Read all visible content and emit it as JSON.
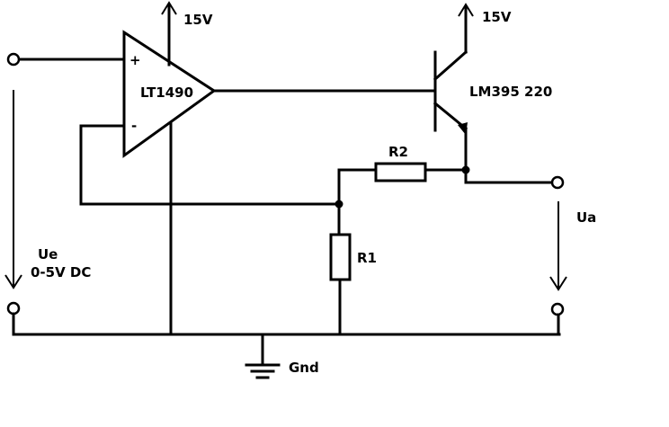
{
  "diagram": {
    "supply_opamp_label": "15V",
    "supply_transistor_label": "15V",
    "opamp_label": "LT1490",
    "opamp_plus": "+",
    "opamp_minus": "-",
    "transistor_label": "LM395 220",
    "r1_label": "R1",
    "r2_label": "R2",
    "input_label": "Ue",
    "input_range": "0-5V DC",
    "output_label": "Ua",
    "ground_label": "Gnd"
  },
  "colors": {
    "line": "#000000",
    "background": "#ffffff"
  }
}
